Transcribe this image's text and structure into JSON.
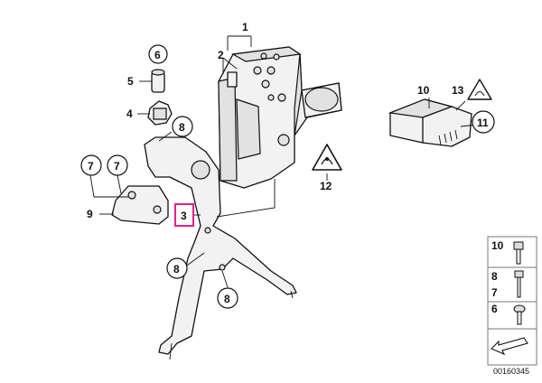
{
  "callouts": {
    "c1": "1",
    "c2": "2",
    "c3": "3",
    "c4": "4",
    "c5": "5",
    "c6": "6",
    "c7a": "7",
    "c7b": "7",
    "c8top": "8",
    "c8left": "8",
    "c8right": "8",
    "c9": "9",
    "c10": "10",
    "c11": "11",
    "c12": "12",
    "c13": "13"
  },
  "legend": {
    "n10": "10",
    "n8": "8",
    "n7": "7",
    "n6": "6"
  },
  "diagram_code": "00160345",
  "highlight_color": "#e0218a",
  "icons": [
    "warning-triangle-icon",
    "arrow-icon"
  ]
}
